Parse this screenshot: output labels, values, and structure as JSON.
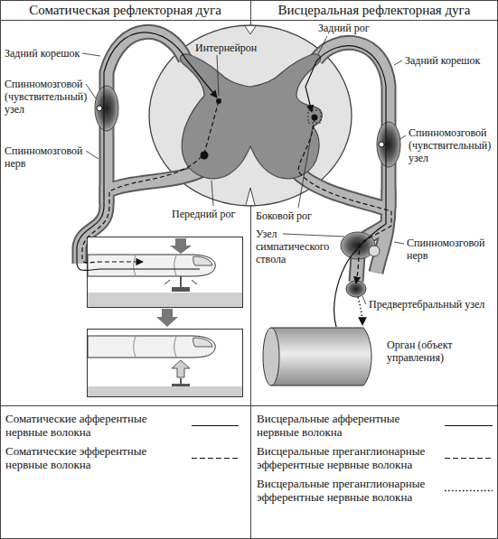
{
  "diagram": {
    "labels": [
      "Соматическая рефлекторная дуга",
      "Висцеральная рефлекторная дуга",
      "Интернейрон",
      "Задний корешок",
      "Спинномозговой (чувствительный) узел",
      "Спинномозговой нерв",
      "Передний рог",
      "Задний рог",
      "Задний корешок",
      "Спинномозговой (чувствительный) узел",
      "Боковой рог",
      "Узел симпатического ствола",
      "Спинномозговой нерв",
      "Предвертебральный узел",
      "Орган (объект управления)"
    ],
    "legend": [
      {
        "text": "Соматические афферентные нервные волокна"
      },
      {
        "text": "Соматические эфферентные нервные волокна"
      },
      {
        "text": "Висцеральные афферентные нервные волокна"
      },
      {
        "text": "Висцеральные преганглионарные эфферентные нервные волокна"
      },
      {
        "text": "Висцеральные преганглионарные эфферентные нервные волокна"
      }
    ]
  }
}
